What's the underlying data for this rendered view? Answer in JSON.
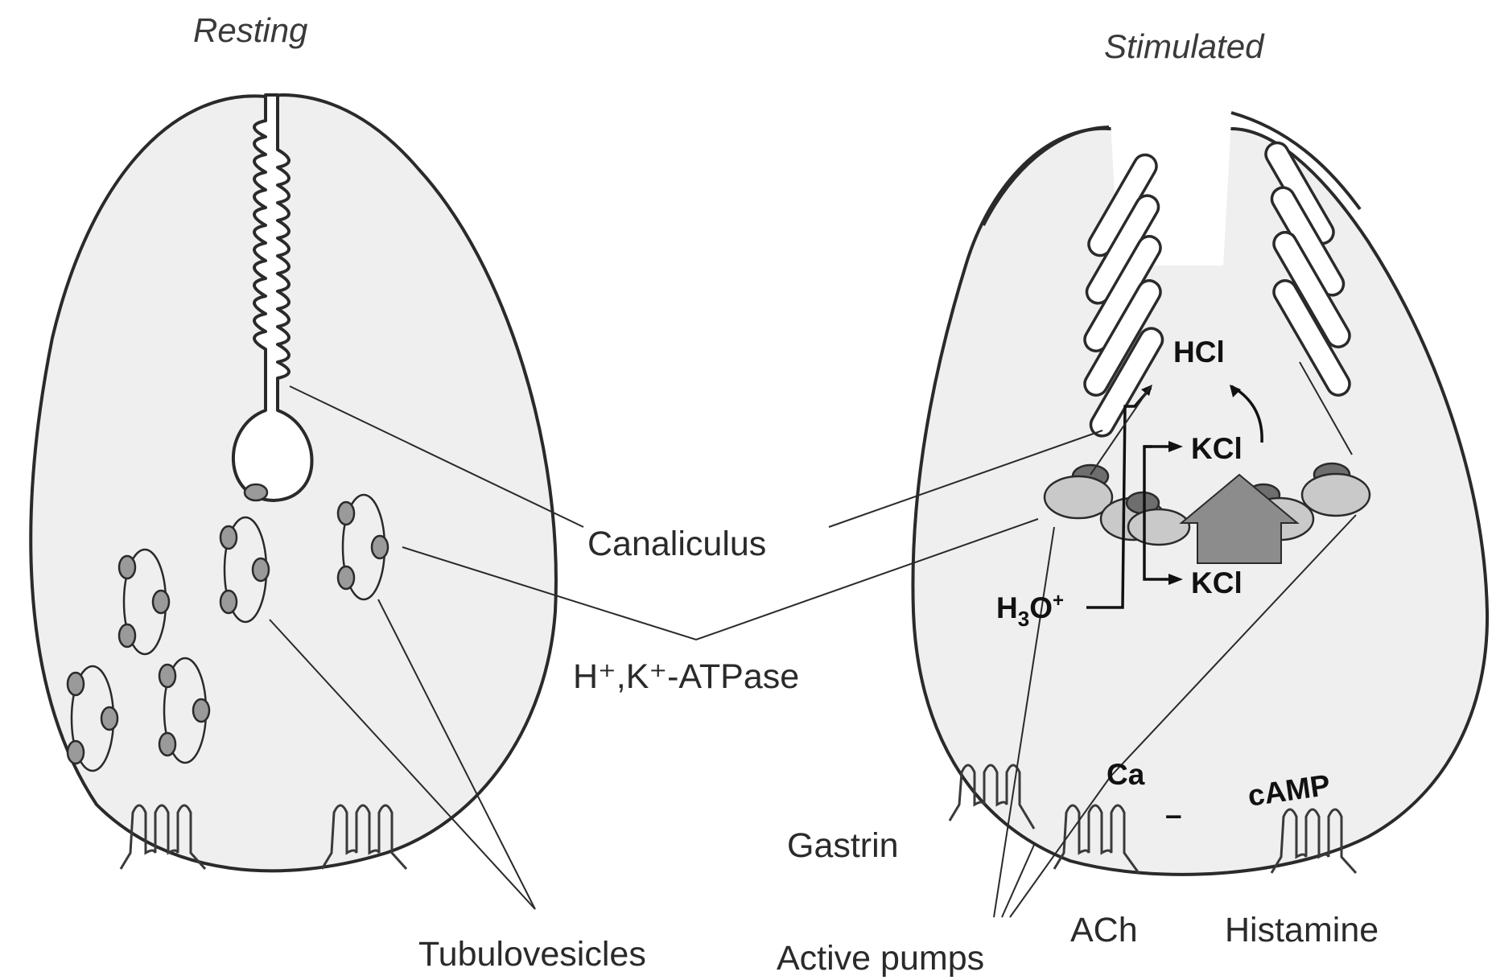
{
  "panels": {
    "left_title": "Resting",
    "right_title": "Stimulated"
  },
  "labels": {
    "canaliculus": "Canaliculus",
    "atpase": "H⁺,K⁺-ATPase",
    "tubulovesicles": "Tubulovesicles",
    "active_pumps": "Active pumps",
    "gastrin": "Gastrin",
    "ach": "ACh",
    "histamine": "Histamine",
    "ca": "Ca",
    "camp": "cAMP",
    "minus": "–"
  },
  "chemistry": {
    "hcl": "HCl",
    "kcl_top": "KCl",
    "kcl_bottom": "KCl",
    "h3o_base": "H",
    "h3o_sub": "3",
    "h3o_mid": "O",
    "h3o_sup": "+"
  },
  "colors": {
    "cell_fill": "#efefef",
    "outline": "#2a2a2a",
    "pump_gray": "#9a9a9a",
    "arrow_gray": "#8c8c8c"
  }
}
